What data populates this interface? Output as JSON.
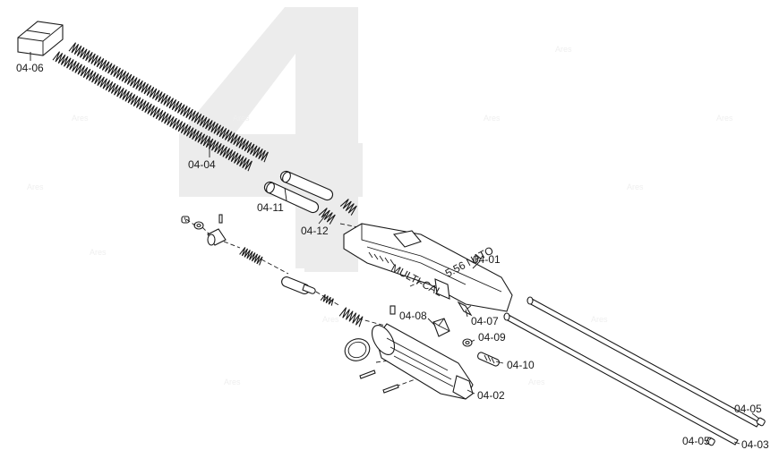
{
  "diagram": {
    "labels": {
      "p0406": "04-06",
      "p0404": "04-04",
      "p0411": "04-11",
      "p0412": "04-12",
      "p0401": "04-01",
      "p0407": "04-07",
      "p0408": "04-08",
      "p0409": "04-09",
      "p0410": "04-10",
      "p0402": "04-02",
      "p0405a": "04-05",
      "p0405b": "04-05",
      "p0403": "04-03"
    },
    "engraving": {
      "caliber": "5.56 NATO",
      "series": "MULTI-CAL"
    },
    "watermark_text": "Ares"
  }
}
